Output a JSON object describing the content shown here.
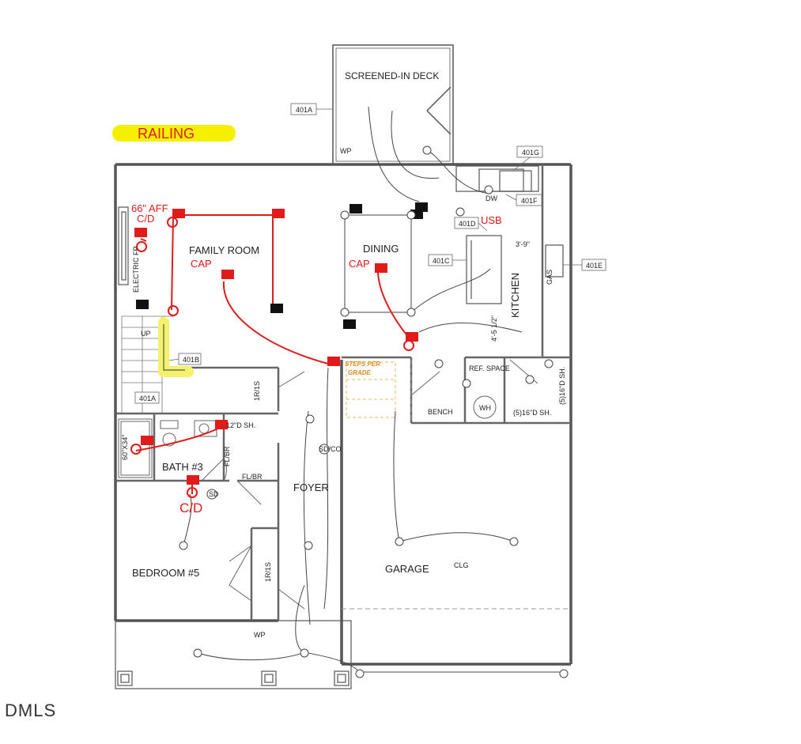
{
  "rooms": {
    "deck": "SCREENED-IN DECK",
    "family": "FAMILY ROOM",
    "dining": "DINING",
    "kitchen": "KITCHEN",
    "bath": "BATH #3",
    "bedroom": "BEDROOM #5",
    "foyer": "FOYER",
    "garage": "GARAGE"
  },
  "annotations": {
    "railing": "RAILING",
    "aff": "66\" AFF",
    "cd_family": "C/D",
    "cap_family": "CAP",
    "cap_dining": "CAP",
    "usb": "USB",
    "cd_bath": "C/D",
    "steps_1": "STEPS PER",
    "steps_2": "GRADE"
  },
  "tags": {
    "t401A_deck": "401A",
    "t401A_stair": "401A",
    "t401B": "401B",
    "t401C": "401C",
    "t401D": "401D",
    "t401E": "401E",
    "t401F": "401F",
    "t401G": "401G"
  },
  "small_labels": {
    "wp_top": "WP",
    "wp_bottom": "WP",
    "dw": "DW",
    "gas": "GAS",
    "electric_fp": "ELECTRIC FP",
    "up": "UP",
    "dim_39": "3'-9\"",
    "dim_45": "4'-5 1/2\"",
    "ref_space": "REF. SPACE",
    "wh": "WH",
    "bench": "BENCH",
    "sh_5_16": "(5)16\"D SH.",
    "sh_5_16_v": "(5)16\"D SH.",
    "sh_12": "12\"D SH.",
    "tub": "60\"X34\"",
    "flbr1": "FL/BR",
    "flbr2": "FL/BR",
    "clg": "CLG",
    "sdco": "SD/CO",
    "sd": "SD",
    "ris1": "1R/1S",
    "ris2": "1R/1S"
  },
  "watermark": "DMLS",
  "colors": {
    "wall": "#555555",
    "red": "#e11a1a",
    "highlight": "#f5f000",
    "highlight_soft": "#f3f26a",
    "orange": "#e08a1a"
  }
}
